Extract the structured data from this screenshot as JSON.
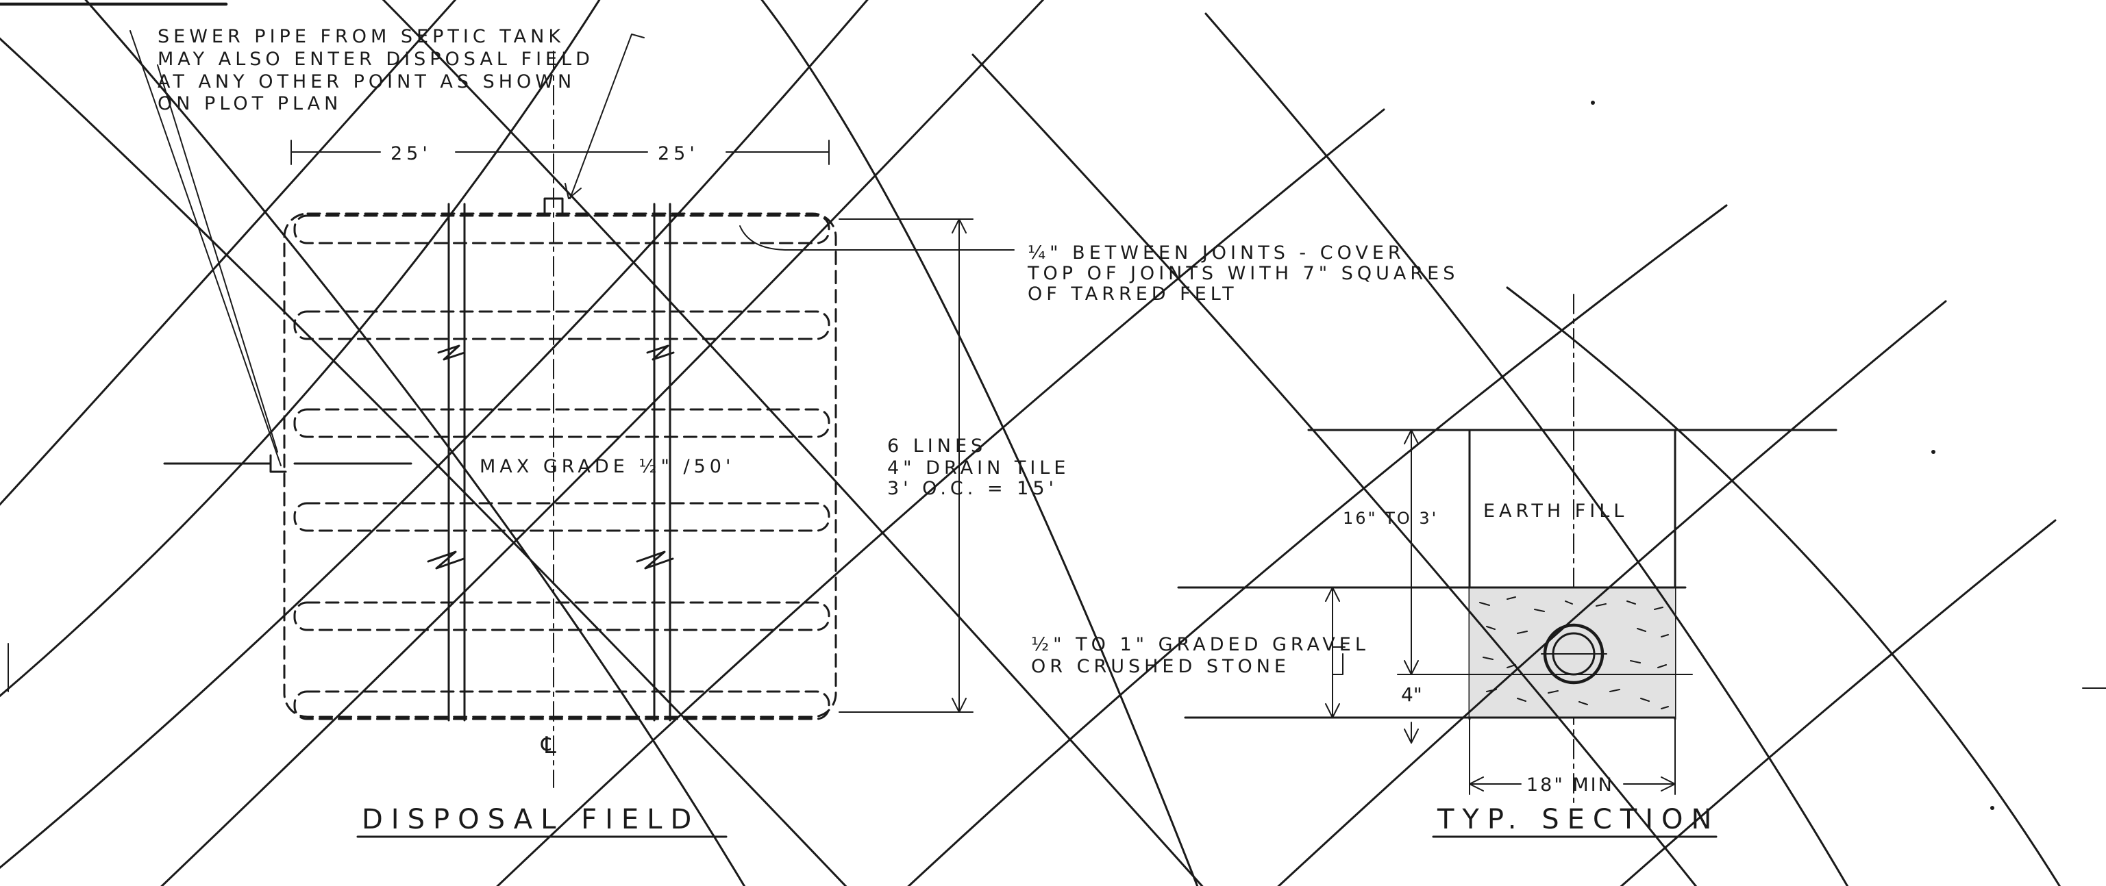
{
  "colors": {
    "ink": "#1a1a1a",
    "paper": "#ffffff"
  },
  "notes": {
    "sewer_line_1": "SEWER PIPE FROM SEPTIC TANK",
    "sewer_line_2": "MAY ALSO ENTER DISPOSAL FIELD",
    "sewer_line_3": "AT ANY OTHER POINT AS SHOWN",
    "sewer_line_4": "ON PLOT PLAN",
    "joints_line_1": "¼\" BETWEEN JOINTS - COVER",
    "joints_line_2": "TOP OF JOINTS WITH 7\" SQUARES",
    "joints_line_3": "OF TARRED FELT",
    "lines_line_1": "6 LINES",
    "lines_line_2": "4\" DRAIN TILE",
    "lines_line_3": "3' O.C. = 15'",
    "max_grade": "MAX GRADE ½\" /50'",
    "gravel_line_1": "½\" TO 1\" GRADED GRAVEL",
    "gravel_line_2": "OR CRUSHED STONE"
  },
  "disposal_field": {
    "title": "DISPOSAL FIELD",
    "dim_left": "25'",
    "dim_right": "25'",
    "centerline": "℄"
  },
  "section": {
    "title": "TYP. SECTION",
    "earth_fill": "EARTH FILL",
    "depth": "16\" TO 3'",
    "pipe_depth": "4\"",
    "width": "18\" MIN"
  }
}
